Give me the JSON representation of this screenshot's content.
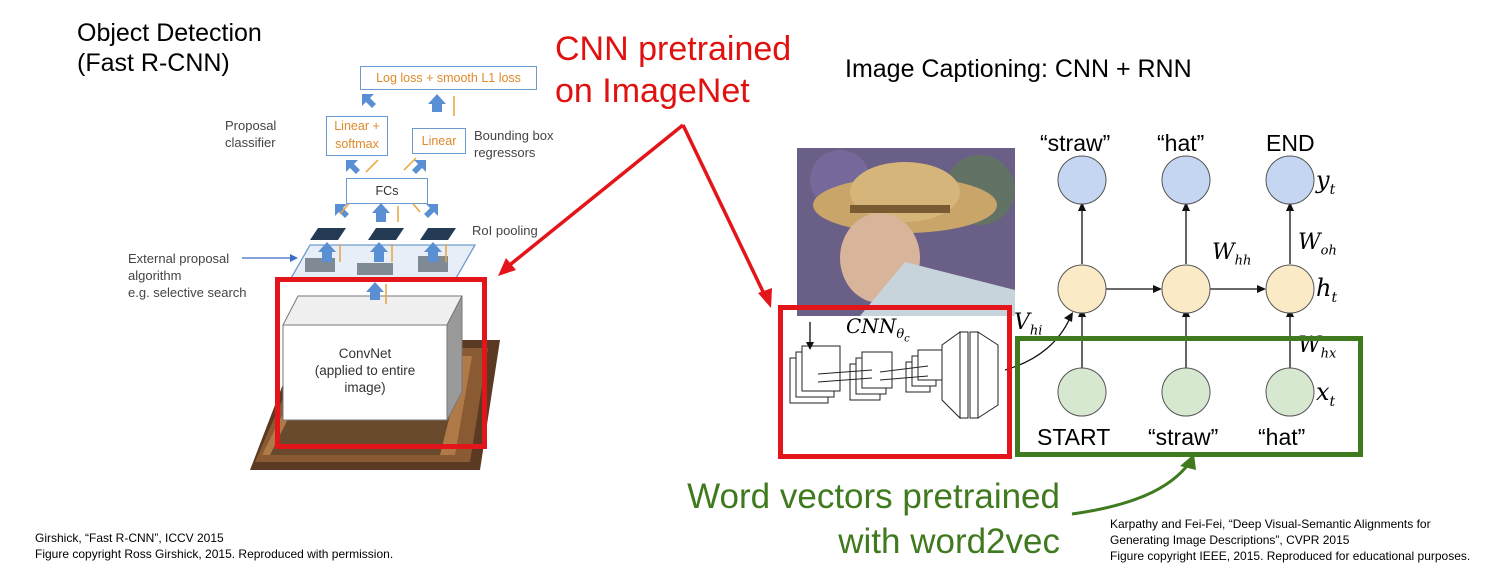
{
  "left_figure": {
    "title_line1": "Object Detection",
    "title_line2": "(Fast R-CNN)",
    "loss_box": "Log loss + smooth L1 loss",
    "linear_softmax_line1": "Linear +",
    "linear_softmax_line2": "softmax",
    "linear_box": "Linear",
    "fcs_box": "FCs",
    "proposal_classifier_line1": "Proposal",
    "proposal_classifier_line2": "classifier",
    "bbox_regressors_line1": "Bounding box",
    "bbox_regressors_line2": "regressors",
    "roi_pooling": "RoI pooling",
    "external_line1": "External proposal",
    "external_line2": "algorithm",
    "external_line3": "e.g. selective search",
    "convnet_line1": "ConvNet",
    "convnet_line2": "(applied to entire",
    "convnet_line3": "image)",
    "citation_line1": "Girshick, “Fast R-CNN”, ICCV 2015",
    "citation_line2": "Figure copyright Ross Girshick, 2015. Reproduced with permission."
  },
  "callouts": {
    "cnn_line1": "CNN pretrained",
    "cnn_line2": "on ImageNet",
    "word_line1": "Word vectors pretrained",
    "word_line2": "with word2vec",
    "colors": {
      "red": "#e4151a",
      "green": "#3f7a1f"
    }
  },
  "right_figure": {
    "title": "Image Captioning: CNN + RNN",
    "cnn_label": "CNN",
    "cnn_sub": "θ",
    "cnn_subsub": "c",
    "outputs": [
      "“straw”",
      "“hat”",
      "END"
    ],
    "inputs": [
      "START",
      "“straw”",
      "“hat”"
    ],
    "y_t": "y",
    "h_t": "h",
    "x_t": "x",
    "t_sub": "t",
    "w_hh": "W",
    "w_hh_sub": "hh",
    "w_oh": "W",
    "w_oh_sub": "oh",
    "w_hx": "W",
    "w_hx_sub": "hx",
    "v_hi": "V",
    "v_hi_sub": "hi",
    "citation_line1": "Karpathy and Fei-Fei, “Deep Visual-Semantic Alignments for",
    "citation_line2": "Generating Image Descriptions”, CVPR 2015",
    "citation_line3": "Figure copyright IEEE, 2015. Reproduced for educational purposes."
  }
}
